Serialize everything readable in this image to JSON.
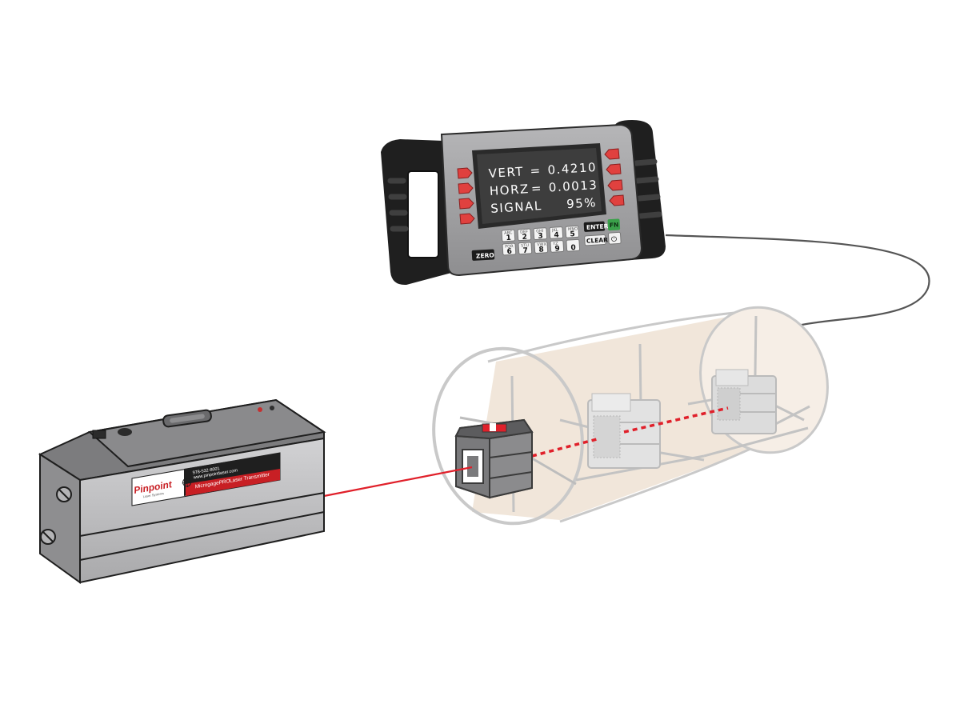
{
  "readout": {
    "vert_label": "VERT",
    "vert_eq": "=",
    "vert_value": "0.4210",
    "horz_label": "HORZ",
    "horz_eq": "=",
    "horz_value": "0.0013",
    "signal_label": "SIGNAL",
    "signal_value": "95%"
  },
  "keypad": {
    "keys": [
      {
        "letters": "ABC",
        "digit": "1"
      },
      {
        "letters": "DEF",
        "digit": "2"
      },
      {
        "letters": "GHI",
        "digit": "3"
      },
      {
        "letters": "JKL",
        "digit": "4"
      },
      {
        "letters": "MNO",
        "digit": "5"
      },
      {
        "letters": "PQR",
        "digit": "6"
      },
      {
        "letters": "STU",
        "digit": "7"
      },
      {
        "letters": "VWX",
        "digit": "8"
      },
      {
        "letters": "YZ",
        "digit": "9"
      },
      {
        "letters": "",
        "digit": "0"
      }
    ],
    "enter": "ENTER",
    "fn": "FN",
    "clear": "CLEAR",
    "zero": "ZERO",
    "power_symbol": "⏻"
  },
  "transmitter": {
    "brand": "Pinpoint",
    "brand_sub": "Laser Systems",
    "phone": "978-532-8001",
    "website": "www.pinpointlaser.com",
    "product_name": "MicrogagePRO",
    "product_type": "Laser Transmitter"
  },
  "colors": {
    "laser": "#e0202a",
    "buttons": "#e0413f",
    "housing": "#9a9a9c",
    "pipe_fill": "#f1e6da",
    "pipe_stroke": "#c9c9c9"
  }
}
